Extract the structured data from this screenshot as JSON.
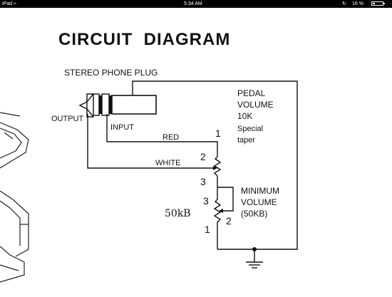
{
  "status_bar": {
    "carrier": "iPad",
    "wifi_icon": "wifi-icon",
    "time": "5:34 AM",
    "lock_icon": "rotation-lock-icon",
    "battery_percent": "16 %",
    "battery_icon": "battery-icon"
  },
  "document": {
    "title": "CIRCUIT  DIAGRAM",
    "plug_label": "STEREO PHONE PLUG",
    "output_label": "OUTPUT",
    "input_label": "INPUT",
    "red_label": "RED",
    "white_label": "WHITE",
    "pedal": [
      "PEDAL",
      "VOLUME",
      "10K",
      "Special",
      "taper"
    ],
    "minimum": [
      "MINIMUM",
      "VOLUME",
      "(50KB)"
    ],
    "pin_1_top": "1",
    "pin_2_top": "2",
    "pin_3_top": "3",
    "pin_3_bottom": "3",
    "pin_2_bottom": "2",
    "pin_1_bottom": "1",
    "handwritten_value": "50kB"
  }
}
